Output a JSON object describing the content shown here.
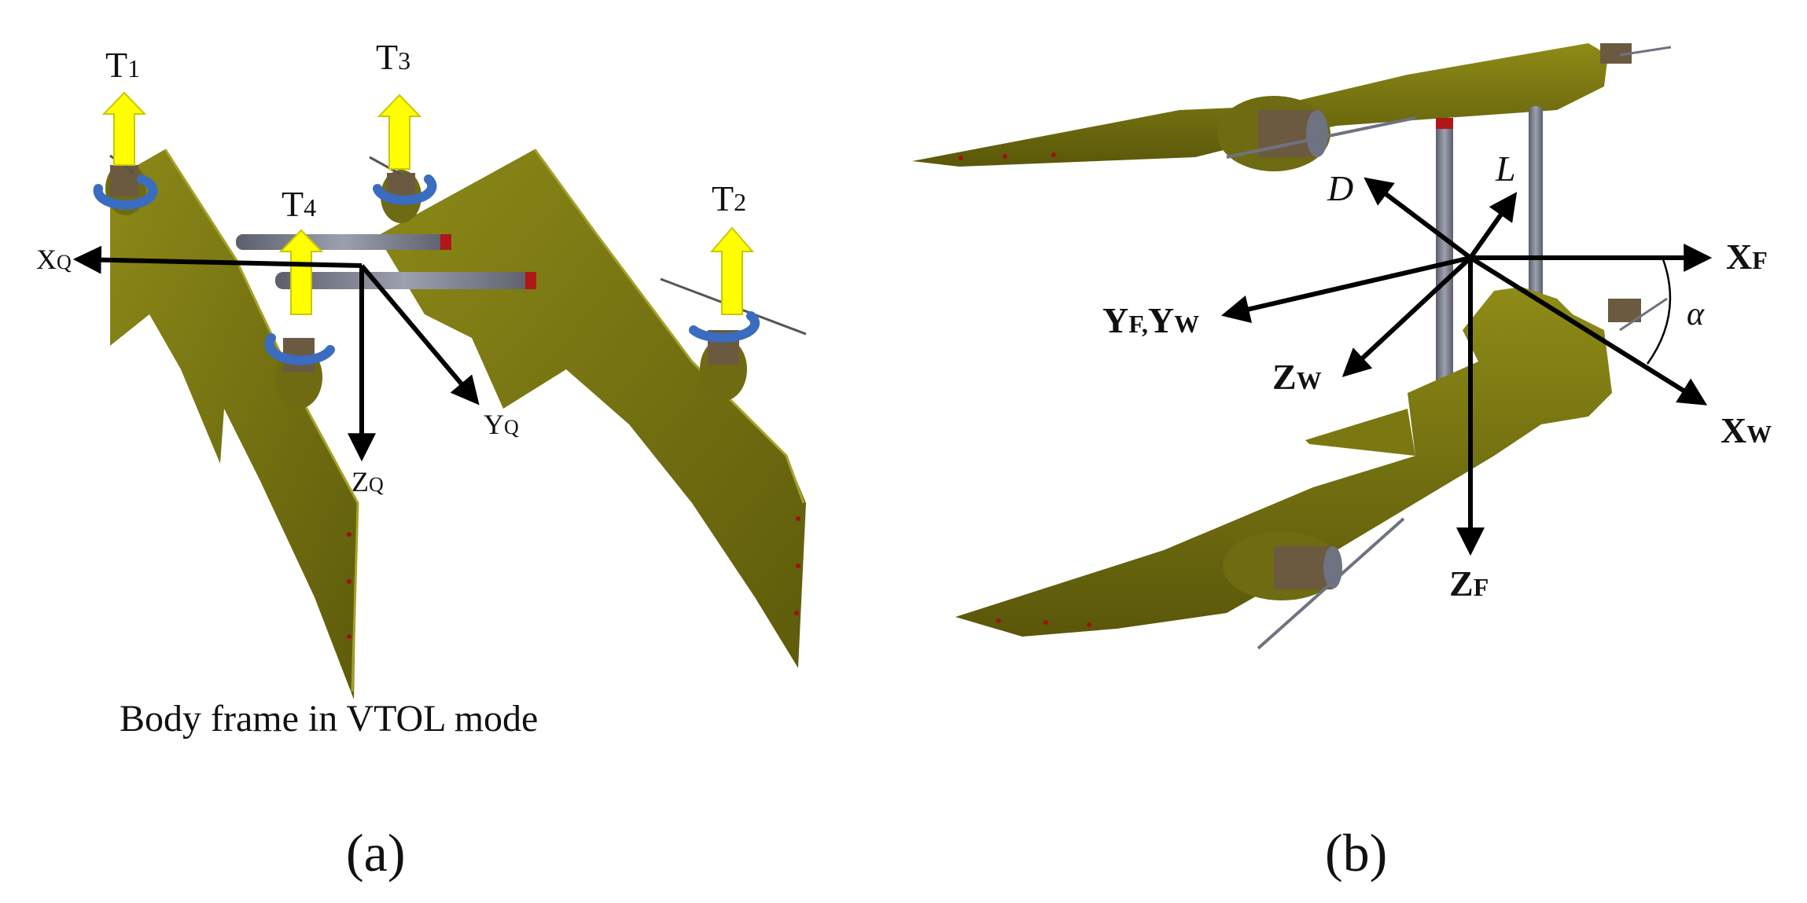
{
  "panel_a": {
    "thrust_labels": {
      "t1": "T",
      "t1_sub": "1",
      "t2": "T",
      "t2_sub": "2",
      "t3": "T",
      "t3_sub": "3",
      "t4": "T",
      "t4_sub": "4"
    },
    "axes": {
      "x": "X",
      "x_sub": "Q",
      "y": "Y",
      "y_sub": "Q",
      "z": "Z",
      "z_sub": "Q"
    },
    "caption": "Body frame in VTOL mode",
    "panel_label": "(a)"
  },
  "panel_b": {
    "axes": {
      "xf": "X",
      "xf_sub": "F",
      "yf_yw": "Y",
      "yf_sub": "F,",
      "yw": "Y",
      "yw_sub": "W",
      "zw": "Z",
      "zw_sub": "W",
      "xw": "X",
      "xw_sub": "W",
      "zf": "Z",
      "zf_sub": "F"
    },
    "forces": {
      "drag": "D",
      "lift": "L"
    },
    "angle": "α",
    "panel_label": "(b)"
  },
  "colors": {
    "wing": "#7d7a10",
    "wing_dark": "#5c590a",
    "thrust_arrow": "#ffff00",
    "rotation_arrow": "#3a6cc0",
    "axis": "#000000",
    "strut": "#6f7280",
    "strut_tip": "#b01818",
    "motor": "#6b5a40"
  }
}
